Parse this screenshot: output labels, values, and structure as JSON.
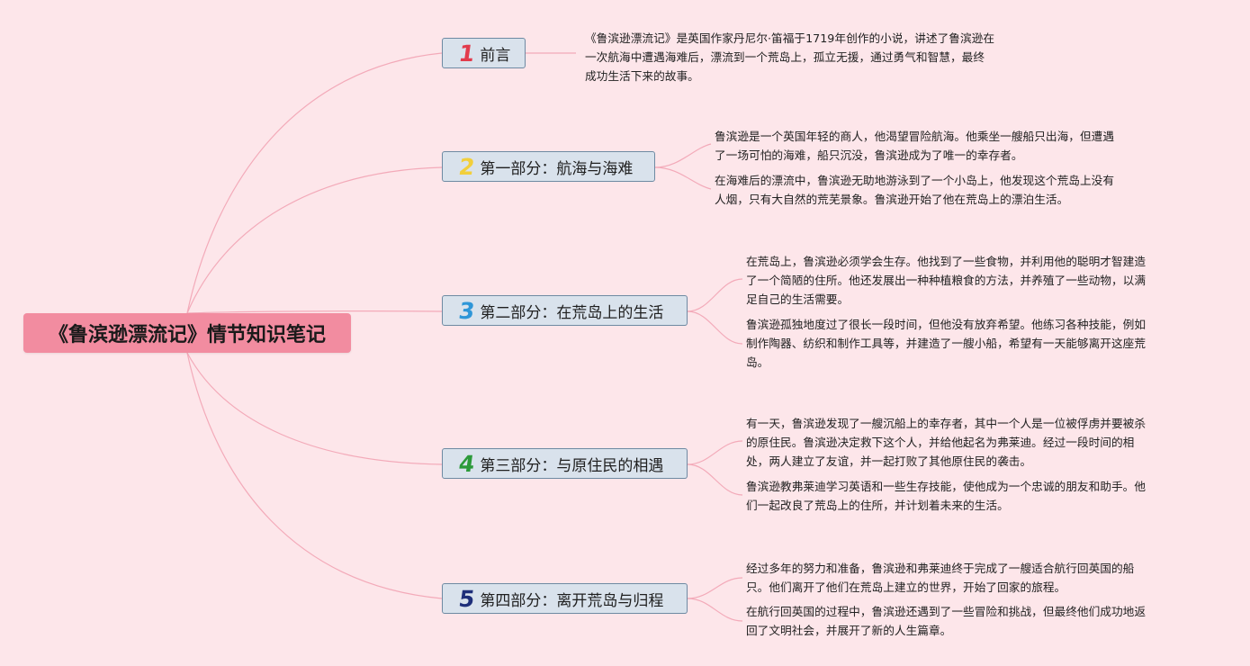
{
  "root": {
    "title": "《鲁滨逊漂流记》情节知识笔记"
  },
  "colors": {
    "background": "#fde6ea",
    "root_fill": "#f28ca0",
    "node_fill": "#d9e2ec",
    "node_border": "#6e8aa3",
    "link": "#f3aab9"
  },
  "sections": [
    {
      "number": "1",
      "number_color": "#e23b4c",
      "label": "前言",
      "notes": [
        [
          "《鲁滨逊漂流记》是英国作家丹尼尔·笛福于1719年创作的小说，讲述了鲁滨逊在",
          "一次航海中遭遇海难后，漂流到一个荒岛上，孤立无援，通过勇气和智慧，最终",
          "成功生活下来的故事。"
        ]
      ]
    },
    {
      "number": "2",
      "number_color": "#f2cf3c",
      "label": "第一部分：航海与海难",
      "notes": [
        [
          "鲁滨逊是一个英国年轻的商人，他渴望冒险航海。他乘坐一艘船只出海，但遭遇",
          "了一场可怕的海难，船只沉没，鲁滨逊成为了唯一的幸存者。"
        ],
        [
          "在海难后的漂流中，鲁滨逊无助地游泳到了一个小岛上，他发现这个荒岛上没有",
          "人烟，只有大自然的荒芜景象。鲁滨逊开始了他在荒岛上的漂泊生活。"
        ]
      ]
    },
    {
      "number": "3",
      "number_color": "#2e96d8",
      "label": "第二部分：在荒岛上的生活",
      "notes": [
        [
          "在荒岛上，鲁滨逊必须学会生存。他找到了一些食物，并利用他的聪明才智建造",
          "了一个简陋的住所。他还发展出一种种植粮食的方法，并养殖了一些动物，以满",
          "足自己的生活需要。"
        ],
        [
          "鲁滨逊孤独地度过了很长一段时间，但他没有放弃希望。他练习各种技能，例如",
          "制作陶器、纺织和制作工具等，并建造了一艘小船，希望有一天能够离开这座荒",
          "岛。"
        ]
      ]
    },
    {
      "number": "4",
      "number_color": "#2c9a3a",
      "label": "第三部分：与原住民的相遇",
      "notes": [
        [
          "有一天，鲁滨逊发现了一艘沉船上的幸存者，其中一个人是一位被俘虏并要被杀",
          "的原住民。鲁滨逊决定救下这个人，并给他起名为弗莱迪。经过一段时间的相",
          "处，两人建立了友谊，并一起打败了其他原住民的袭击。"
        ],
        [
          "鲁滨逊教弗莱迪学习英语和一些生存技能，使他成为一个忠诚的朋友和助手。他",
          "们一起改良了荒岛上的住所，并计划着未来的生活。"
        ]
      ]
    },
    {
      "number": "5",
      "number_color": "#1f2f7a",
      "label": "第四部分：离开荒岛与归程",
      "notes": [
        [
          "经过多年的努力和准备，鲁滨逊和弗莱迪终于完成了一艘适合航行回英国的船",
          "只。他们离开了他们在荒岛上建立的世界，开始了回家的旅程。"
        ],
        [
          "在航行回英国的过程中，鲁滨逊还遇到了一些冒险和挑战，但最终他们成功地返",
          "回了文明社会，并展开了新的人生篇章。"
        ]
      ]
    }
  ]
}
